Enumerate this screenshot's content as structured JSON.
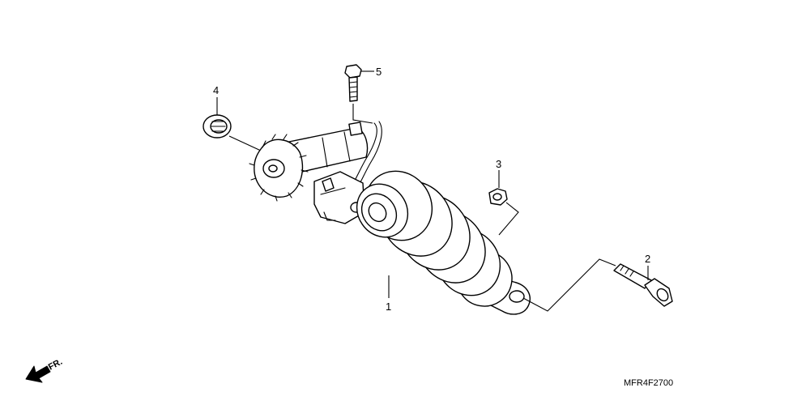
{
  "callouts": [
    {
      "id": "1",
      "label": "1"
    },
    {
      "id": "2",
      "label": "2"
    },
    {
      "id": "3",
      "label": "3"
    },
    {
      "id": "4",
      "label": "4"
    },
    {
      "id": "5",
      "label": "5"
    }
  ],
  "direction_label": "FR.",
  "diagram_code": "MFR4F2700"
}
